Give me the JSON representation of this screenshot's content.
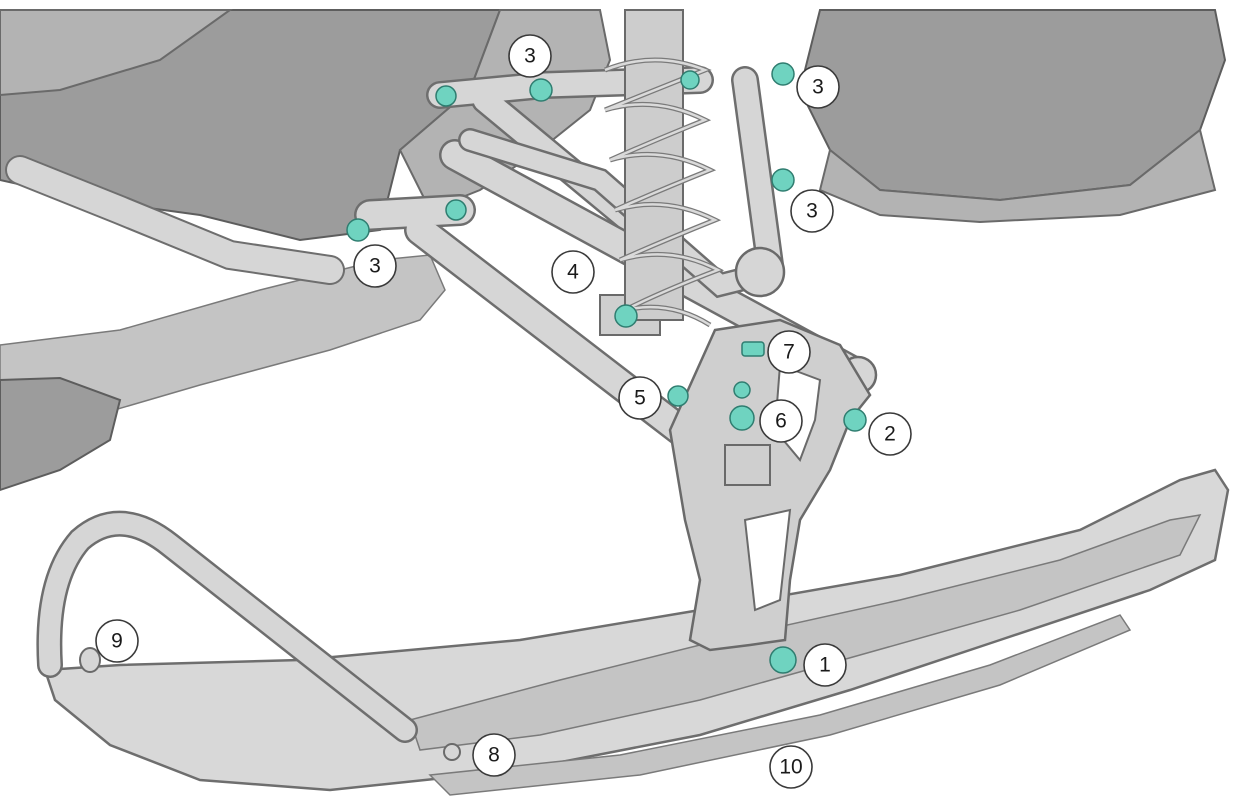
{
  "colors": {
    "fastener": "#6fd3c0",
    "callout_stroke": "#3a3a3a",
    "part_fill": "#d6d6d6",
    "body_fill": "#9c9c9c"
  },
  "callouts": [
    {
      "id": "c1",
      "label": "1"
    },
    {
      "id": "c2",
      "label": "2"
    },
    {
      "id": "c3a",
      "label": "3"
    },
    {
      "id": "c3b",
      "label": "3"
    },
    {
      "id": "c3c",
      "label": "3"
    },
    {
      "id": "c3d",
      "label": "3"
    },
    {
      "id": "c4",
      "label": "4"
    },
    {
      "id": "c5",
      "label": "5"
    },
    {
      "id": "c6",
      "label": "6"
    },
    {
      "id": "c7",
      "label": "7"
    },
    {
      "id": "c8",
      "label": "8"
    },
    {
      "id": "c9",
      "label": "9"
    },
    {
      "id": "c10",
      "label": "10"
    }
  ]
}
